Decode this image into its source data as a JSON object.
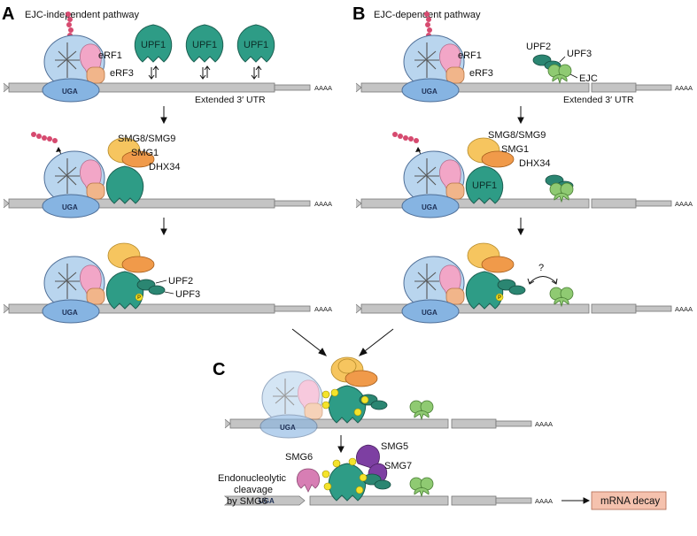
{
  "panels": {
    "a": {
      "letter": "A",
      "title": "EJC-independent pathway"
    },
    "b": {
      "letter": "B",
      "title": "EJC-dependent pathway"
    },
    "c": {
      "letter": "C"
    }
  },
  "labels": {
    "upf1": "UPF1",
    "upf2": "UPF2",
    "upf3": "UPF3",
    "erf1": "eRF1",
    "erf3": "eRF3",
    "ejc": "EJC",
    "smg8_smg9": "SMG8/SMG9",
    "smg1": "SMG1",
    "dhx34": "DHX34",
    "smg5": "SMG5",
    "smg6": "SMG6",
    "smg7": "SMG7",
    "uga": "UGA",
    "aaaa": "AAAA",
    "extended_utr": "Extended 3′ UTR",
    "phospho": "P",
    "question": "?",
    "endo_line1": "Endonucleolytic",
    "endo_line2": "cleavage",
    "endo_line3": "by SMG6",
    "decay": "mRNA decay"
  },
  "colors": {
    "ribosome": "#b9d5ee",
    "ribosome_small": "#86b4e2",
    "erf1": "#f2a6c7",
    "erf3": "#f1b58a",
    "upf1": "#2e9c86",
    "upf2_upf3": "#2b8672",
    "smg8_9": "#f6c55f",
    "smg1_dhx34": "#f09a4a",
    "ejc": "#8fca72",
    "smg5_7": "#7d3fa2",
    "smg6": "#d77eb4",
    "phospho": "#f4e32b",
    "mrna": "#c4c4c4",
    "peptide": "#d64a6f",
    "decay_box": "#f5c2ae"
  }
}
